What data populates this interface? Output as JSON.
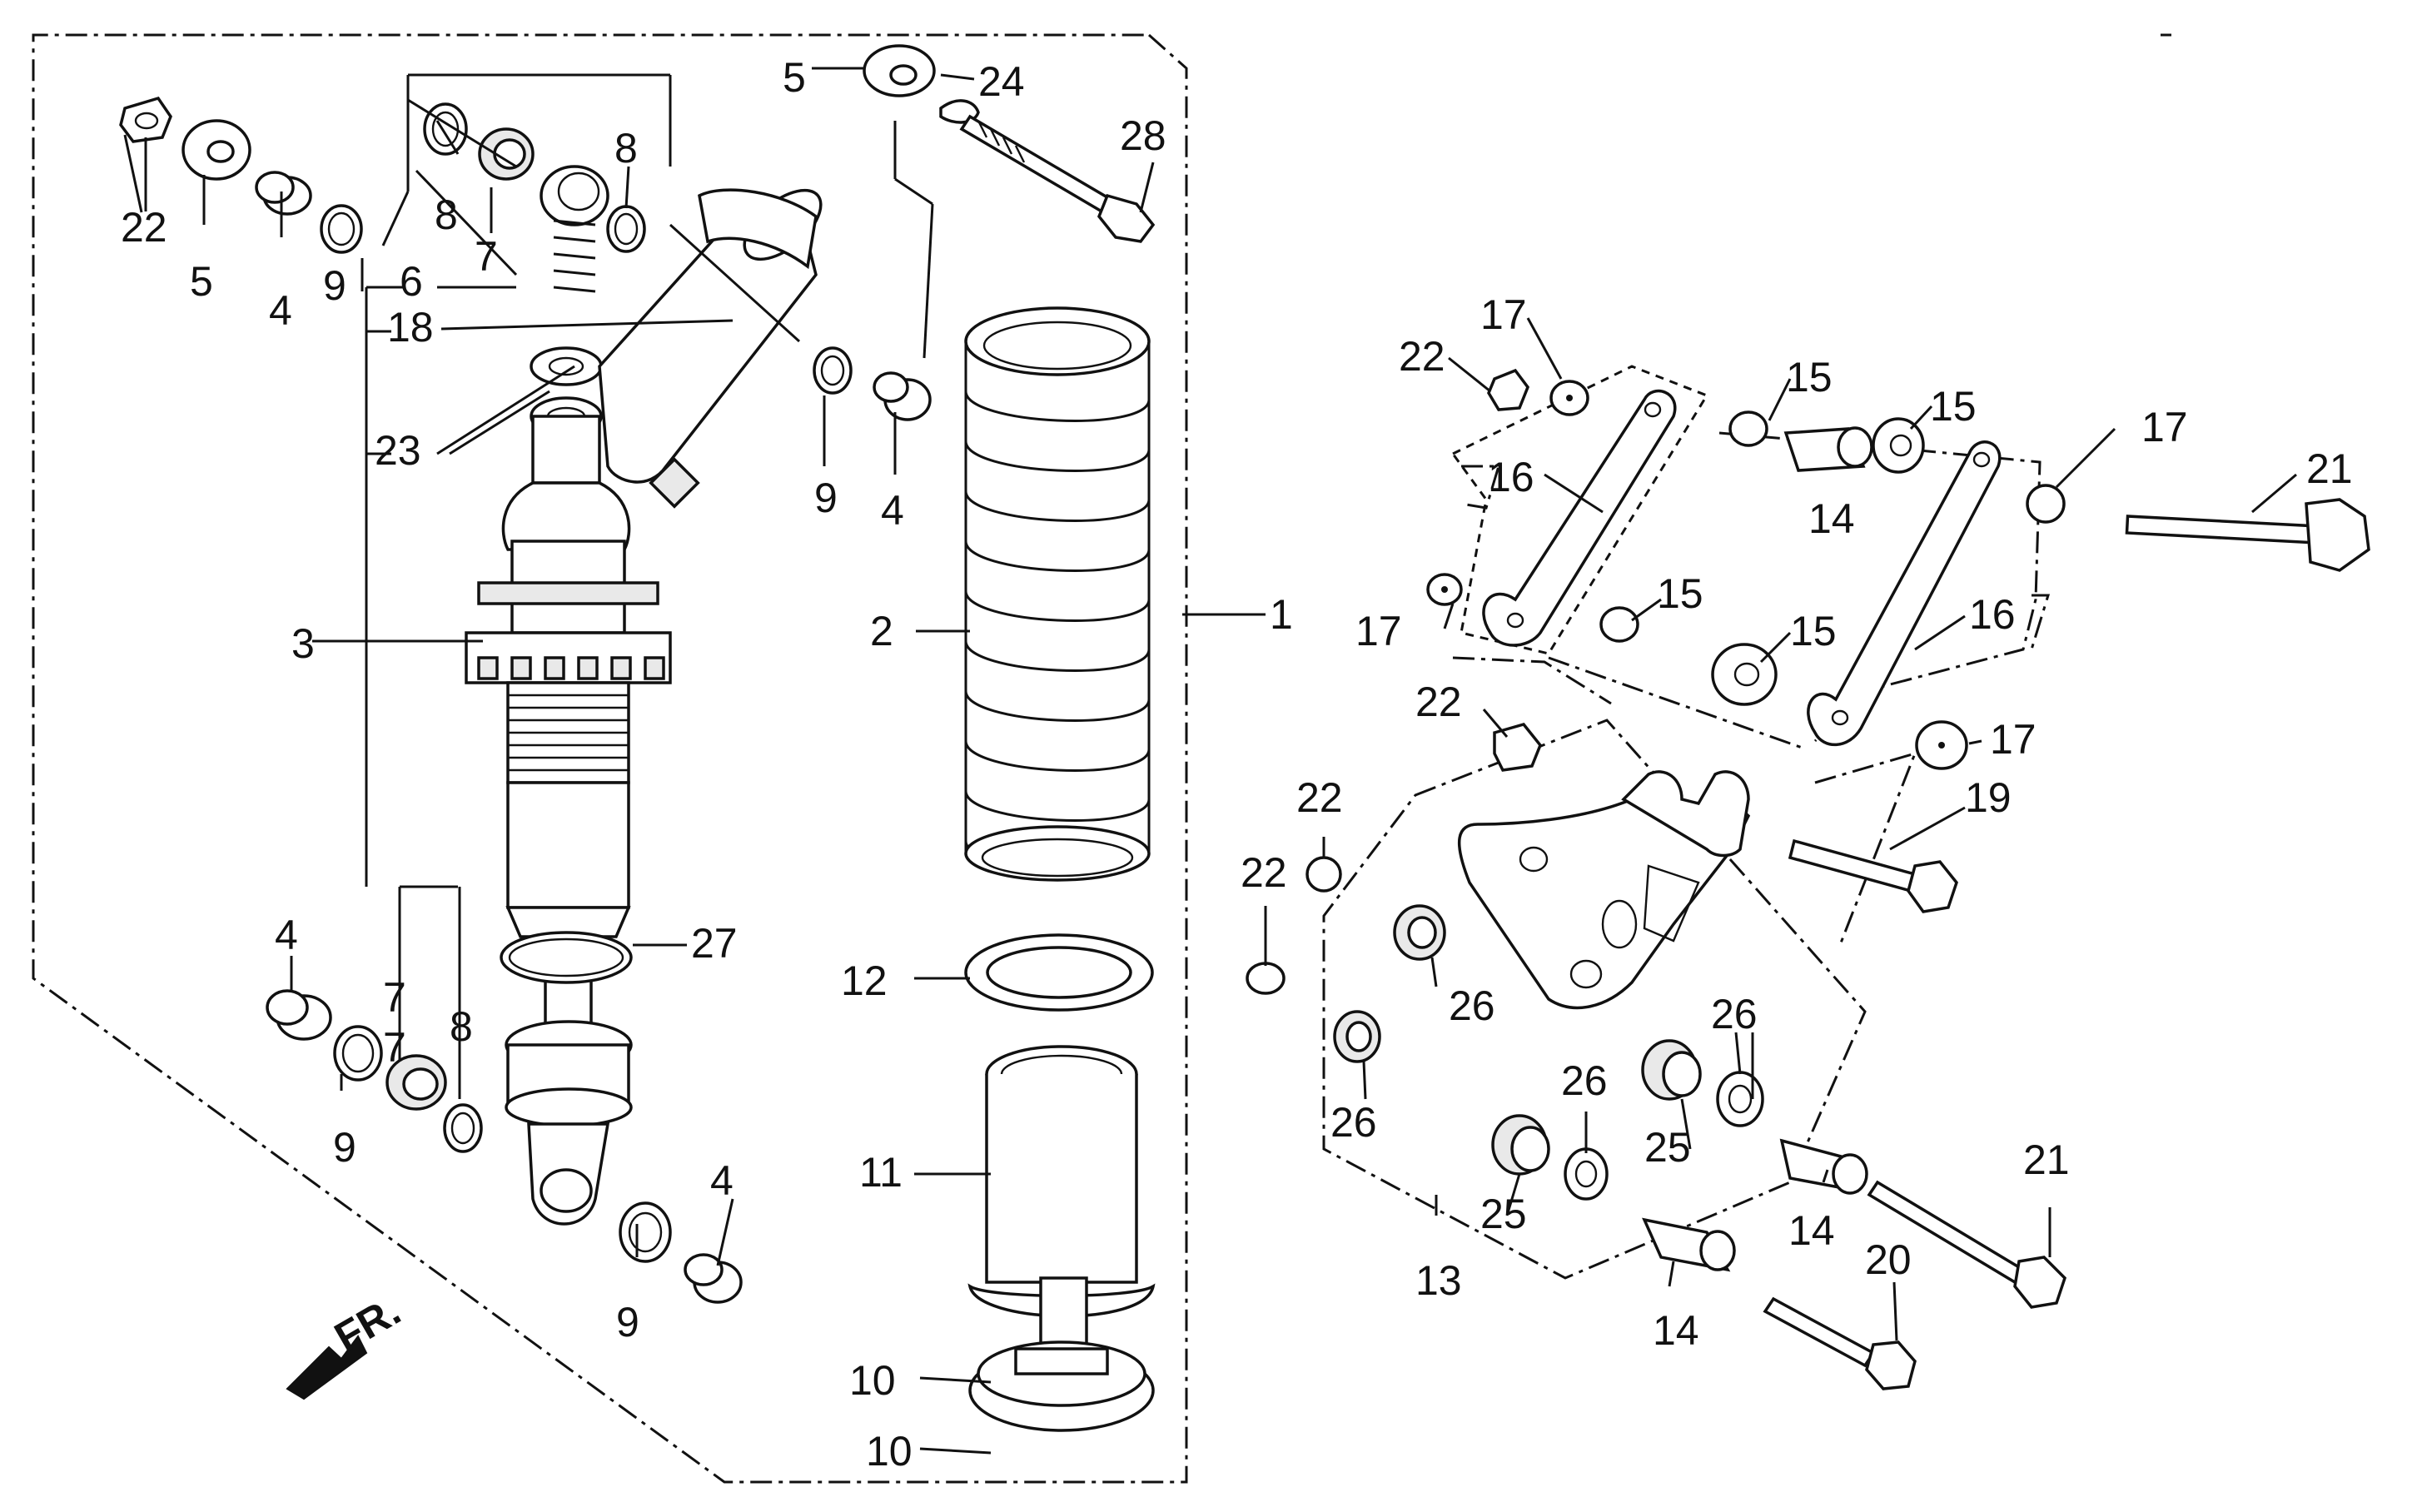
{
  "callouts": [
    {
      "id": "c1",
      "label": "1"
    },
    {
      "id": "c2",
      "label": "2"
    },
    {
      "id": "c3",
      "label": "3"
    },
    {
      "id": "c4a",
      "label": "4"
    },
    {
      "id": "c4b",
      "label": "4"
    },
    {
      "id": "c4c",
      "label": "4"
    },
    {
      "id": "c4d",
      "label": "4"
    },
    {
      "id": "c5a",
      "label": "5"
    },
    {
      "id": "c5b",
      "label": "5"
    },
    {
      "id": "c6",
      "label": "6"
    },
    {
      "id": "c7a",
      "label": "7"
    },
    {
      "id": "c7b",
      "label": "7"
    },
    {
      "id": "c7c",
      "label": "7"
    },
    {
      "id": "c8a",
      "label": "8"
    },
    {
      "id": "c8b",
      "label": "8"
    },
    {
      "id": "c8c",
      "label": "8"
    },
    {
      "id": "c9a",
      "label": "9"
    },
    {
      "id": "c9b",
      "label": "9"
    },
    {
      "id": "c9c",
      "label": "9"
    },
    {
      "id": "c9d",
      "label": "9"
    },
    {
      "id": "c10a",
      "label": "10"
    },
    {
      "id": "c10b",
      "label": "10"
    },
    {
      "id": "c11",
      "label": "11"
    },
    {
      "id": "c12",
      "label": "12"
    },
    {
      "id": "c13",
      "label": "13"
    },
    {
      "id": "c14a",
      "label": "14"
    },
    {
      "id": "c14b",
      "label": "14"
    },
    {
      "id": "c14c",
      "label": "14"
    },
    {
      "id": "c15a",
      "label": "15"
    },
    {
      "id": "c15b",
      "label": "15"
    },
    {
      "id": "c15c",
      "label": "15"
    },
    {
      "id": "c15d",
      "label": "15"
    },
    {
      "id": "c16a",
      "label": "16"
    },
    {
      "id": "c16b",
      "label": "16"
    },
    {
      "id": "c17a",
      "label": "17"
    },
    {
      "id": "c17b",
      "label": "17"
    },
    {
      "id": "c17c",
      "label": "17"
    },
    {
      "id": "c17d",
      "label": "17"
    },
    {
      "id": "c18",
      "label": "18"
    },
    {
      "id": "c19",
      "label": "19"
    },
    {
      "id": "c20",
      "label": "20"
    },
    {
      "id": "c21a",
      "label": "21"
    },
    {
      "id": "c21b",
      "label": "21"
    },
    {
      "id": "c22a",
      "label": "22"
    },
    {
      "id": "c22b",
      "label": "22"
    },
    {
      "id": "c22c",
      "label": "22"
    },
    {
      "id": "c22d",
      "label": "22"
    },
    {
      "id": "c22e",
      "label": "22"
    },
    {
      "id": "c23",
      "label": "23"
    },
    {
      "id": "c24",
      "label": "24"
    },
    {
      "id": "c25a",
      "label": "25"
    },
    {
      "id": "c25b",
      "label": "25"
    },
    {
      "id": "c26a",
      "label": "26"
    },
    {
      "id": "c26b",
      "label": "26"
    },
    {
      "id": "c26c",
      "label": "26"
    },
    {
      "id": "c26d",
      "label": "26"
    },
    {
      "id": "c27",
      "label": "27"
    },
    {
      "id": "c28",
      "label": "28"
    }
  ],
  "front_marker": "FR."
}
